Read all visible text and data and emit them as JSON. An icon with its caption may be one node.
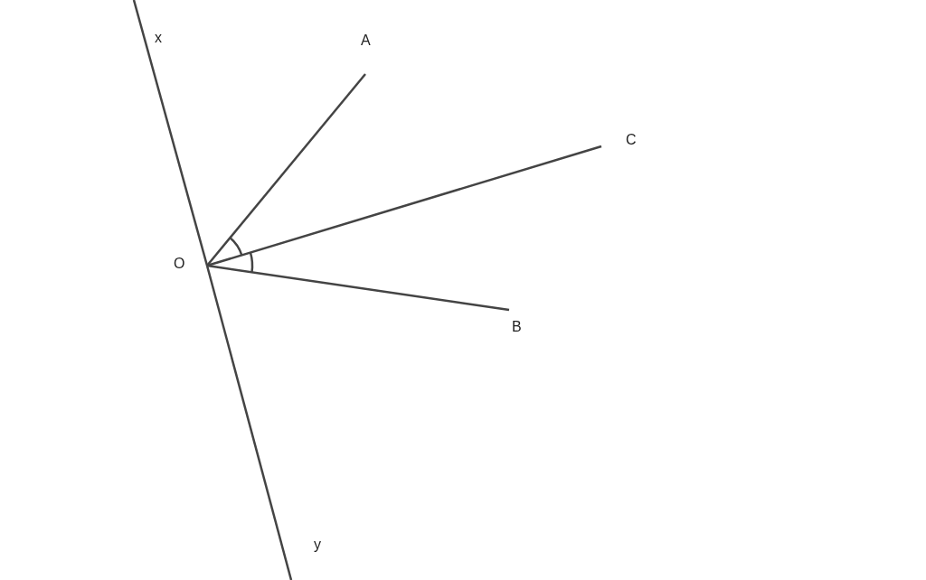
{
  "diagram": {
    "nodes": [
      {
        "text": [
          "x"
        ]
      },
      {
        "text": [
          "A"
        ]
      },
      {
        "text": [
          "C"
        ]
      },
      {
        "text": [
          "O"
        ]
      },
      {
        "text": [
          "B"
        ]
      },
      {
        "text": [
          "y"
        ]
      }
    ],
    "edges": [
      {
        "from": 3,
        "to": 1,
        "arrow": "none"
      },
      {
        "from": 3,
        "to": 2,
        "arrow": "none"
      },
      {
        "from": 3,
        "to": 4,
        "arrow": "none"
      },
      {
        "from": 0,
        "to": 3,
        "arrow": "none"
      },
      {
        "from": 3,
        "to": 5,
        "arrow": "none"
      }
    ]
  }
}
